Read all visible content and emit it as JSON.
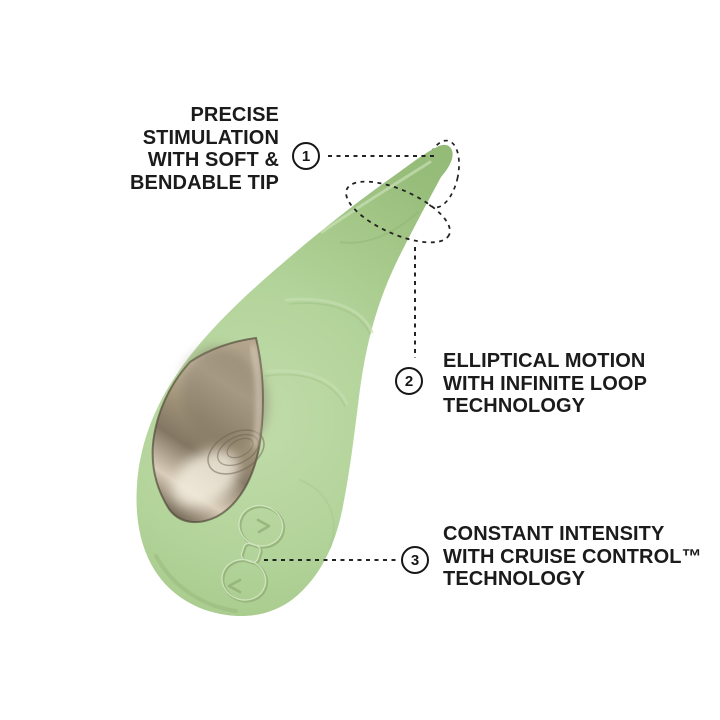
{
  "page": {
    "background": "#ffffff"
  },
  "product": {
    "description": "Green teardrop-shaped personal massager with metallic champagne panel and infinity-loop control buttons, tilted with bendable tip pointing to upper right",
    "colors": {
      "body_green_light": "#c2dcab",
      "body_green_base": "#b0d198",
      "body_green_dark": "#96bc7a",
      "metal_light": "#f0e8da",
      "metal_mid": "#bfae94",
      "metal_dark": "#554a3c",
      "annotation_ink": "#1b1b1b",
      "dash_ink": "#232323"
    }
  },
  "callouts": [
    {
      "number": "1",
      "label": "PRECISE\nSTIMULATION\nWITH SOFT &\nBENDABLE TIP"
    },
    {
      "number": "2",
      "label": "ELLIPTICAL MOTION\nWITH INFINITE LOOP\nTECHNOLOGY"
    },
    {
      "number": "3",
      "label": "CONSTANT INTENSITY\nWITH CRUISE CONTROL™\nTECHNOLOGY"
    }
  ]
}
